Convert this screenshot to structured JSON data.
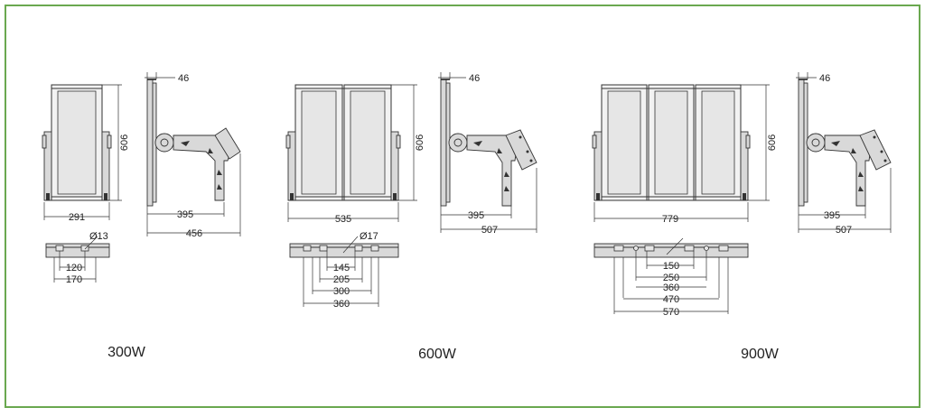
{
  "frame": {
    "border_color": "#6aa84f"
  },
  "models": [
    {
      "power": "300W",
      "front_width": "291",
      "height": "606",
      "bracket_thickness": "46",
      "bracket_reach": "395",
      "side_depth": "456",
      "hole_diameter": "Ø13",
      "hole_spacings": [
        "120",
        "170"
      ]
    },
    {
      "power": "600W",
      "front_width": "535",
      "height": "606",
      "bracket_thickness": "46",
      "bracket_reach": "395",
      "side_depth": "507",
      "hole_diameter": "Ø17",
      "hole_spacings": [
        "145",
        "205",
        "300",
        "360"
      ]
    },
    {
      "power": "900W",
      "front_width": "779",
      "height": "606",
      "bracket_thickness": "46",
      "bracket_reach": "395",
      "side_depth": "507",
      "hole_diameter": "",
      "hole_spacings": [
        "150",
        "250",
        "360",
        "470",
        "570"
      ]
    }
  ]
}
